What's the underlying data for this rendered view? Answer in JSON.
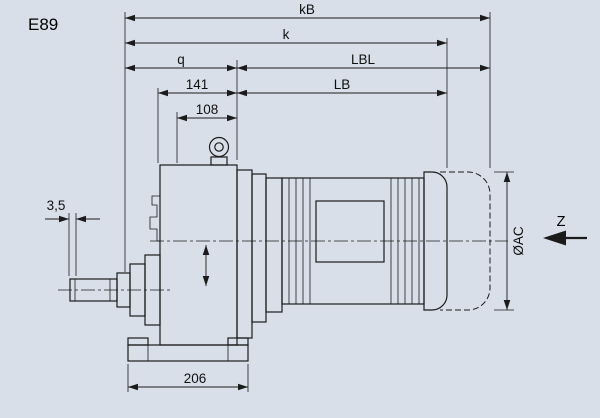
{
  "figure": {
    "id": "E89"
  },
  "dimension_labels": {
    "kB": "kB",
    "k": "k",
    "q": "q",
    "LBL": "LBL",
    "LB": "LB",
    "len_141": "141",
    "len_108": "108",
    "gap_3_5": "3,5",
    "dia_AC": "ØAC",
    "foot_206": "206"
  },
  "view_arrow": {
    "label": "Z"
  },
  "colors": {
    "background": "#d8dfe9",
    "line": "#1b1b1b"
  }
}
